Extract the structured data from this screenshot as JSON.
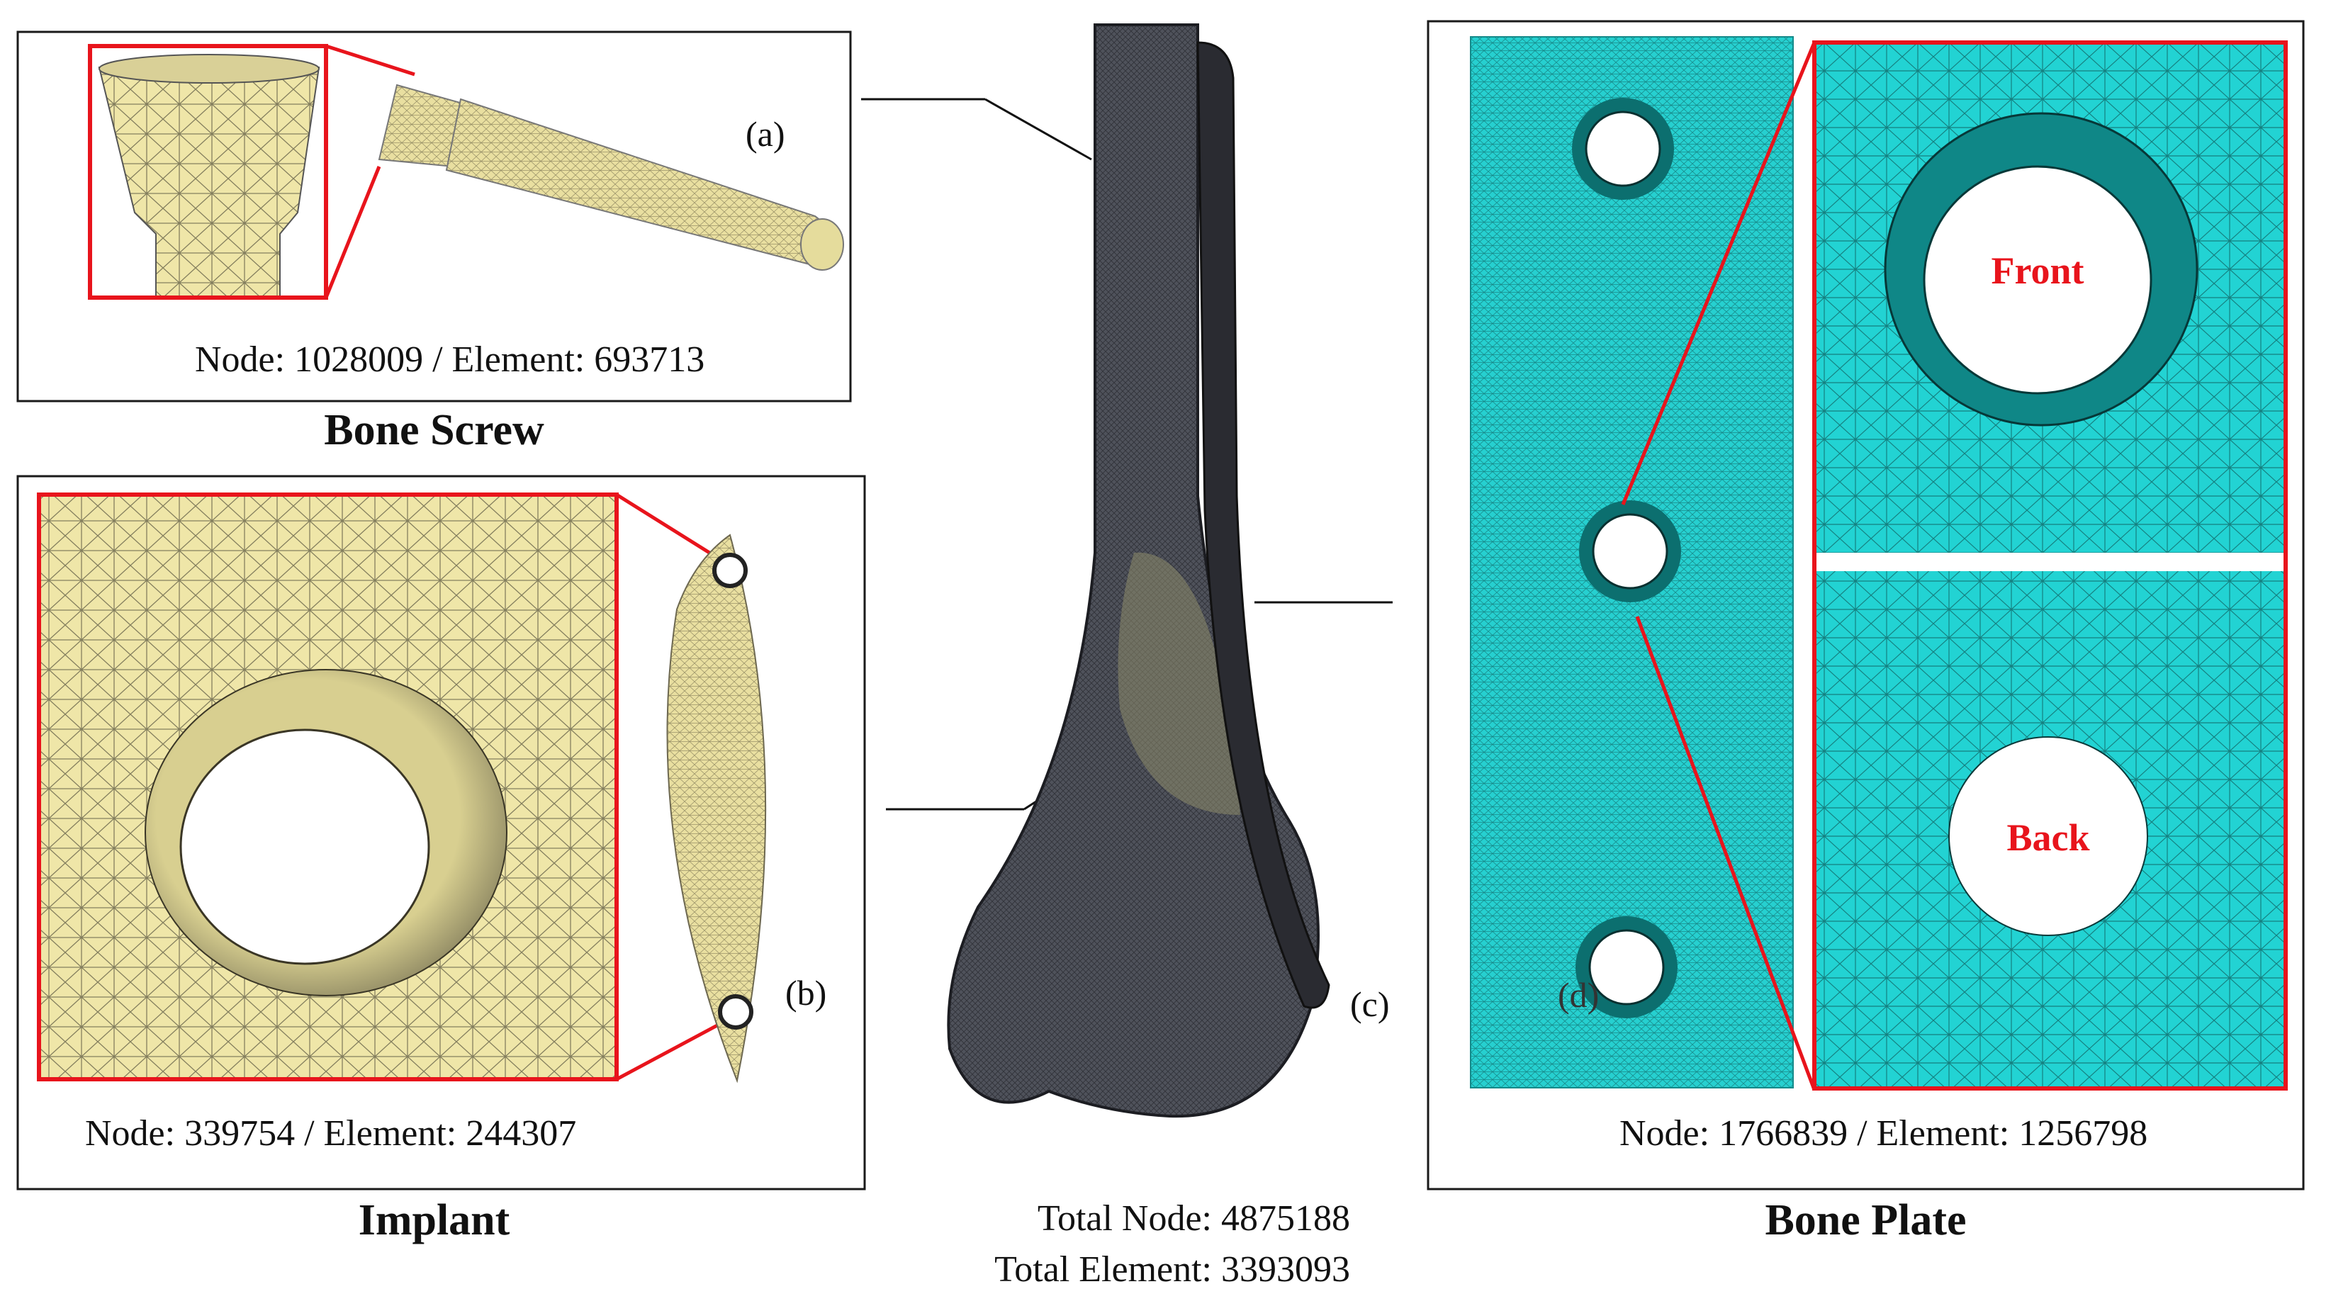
{
  "panels": {
    "bone_screw": {
      "tag": "(a)",
      "stats": "Node: 1028009 / Element: 693713",
      "caption": "Bone Screw"
    },
    "implant": {
      "tag": "(b)",
      "stats": "Node: 339754 / Element: 244307",
      "caption": "Implant"
    },
    "femur": {
      "tag": "(c)",
      "total_node": "Total Node: 4875188",
      "total_element": "Total Element: 3393093"
    },
    "bone_plate": {
      "tag": "(d)",
      "stats": "Node: 1766839 / Element: 1256798",
      "caption": "Bone Plate",
      "front_label": "Front",
      "back_label": "Back"
    }
  },
  "colors": {
    "mesh_yellow": "#efe6a8",
    "mesh_cyan": "#21d2d2",
    "bone_gray": "#4d4f57",
    "highlight_red": "#e8141c"
  }
}
